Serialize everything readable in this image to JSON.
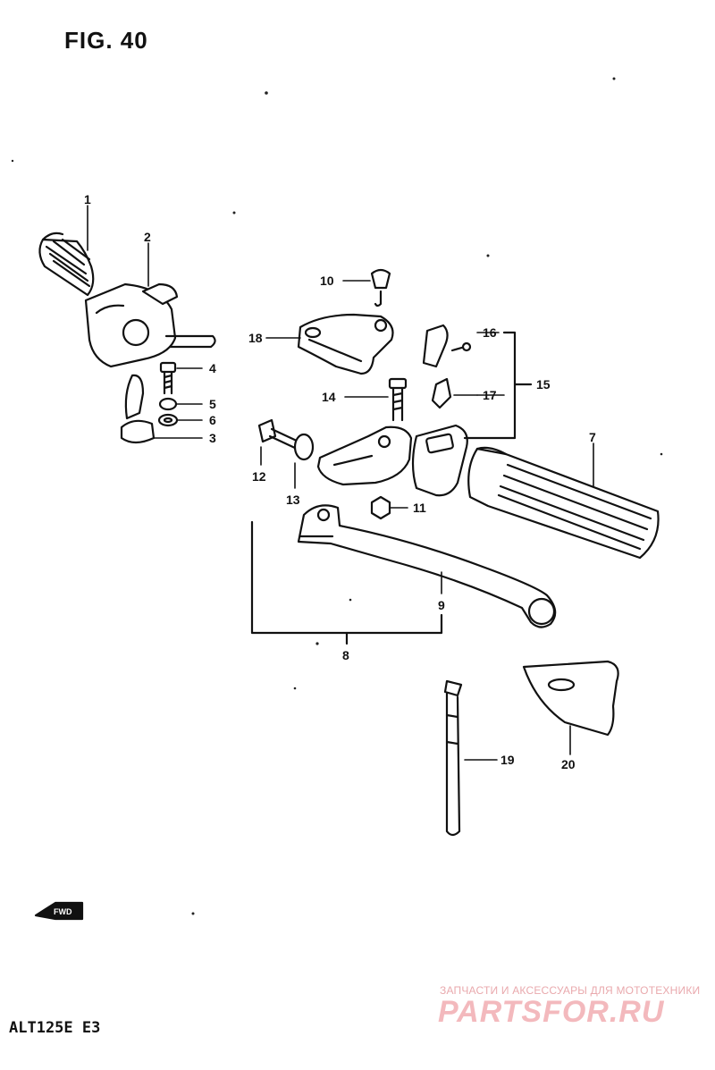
{
  "figure": {
    "title": "FIG. 40"
  },
  "model": {
    "code": "ALT125E  E3"
  },
  "fwd_label": "FWD",
  "callouts": {
    "c1": "1",
    "c2": "2",
    "c3": "3",
    "c4": "4",
    "c5": "5",
    "c6": "6",
    "c7": "7",
    "c8": "8",
    "c9": "9",
    "c10": "10",
    "c11": "11",
    "c12": "12",
    "c13": "13",
    "c14": "14",
    "c15": "15",
    "c16": "16",
    "c17": "17",
    "c18": "18",
    "c19": "19",
    "c20": "20"
  },
  "watermark": {
    "tagline": "ЗАПЧАСТИ И АКСЕССУАРЫ ДЛЯ МОТОТЕХНИКИ",
    "logo": "PARTSFOR.RU"
  }
}
